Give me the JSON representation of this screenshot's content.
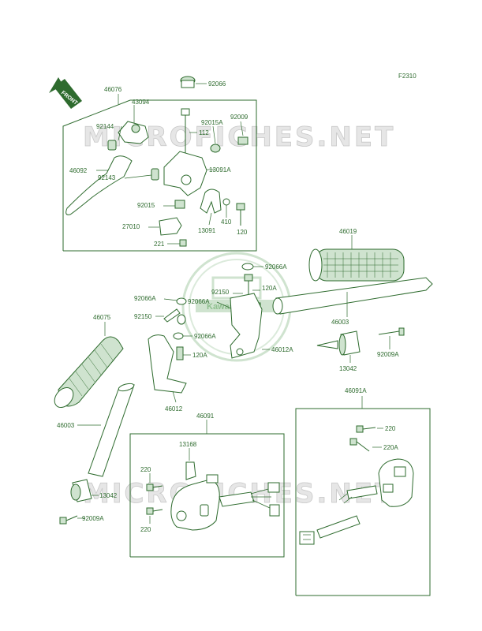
{
  "figure_code": "F2310",
  "front_label": "FRONT",
  "watermark": {
    "top": "MICROFICHES.NET",
    "bottom": "MICROFICHES.NET",
    "logo_text": "Kawasaki"
  },
  "parts": {
    "p46076": "46076",
    "p92066": "92066",
    "p43094": "43094",
    "p92144": "92144",
    "p92015A": "92015A",
    "p92009": "92009",
    "p112": "112",
    "p46092": "46092",
    "p92143": "92143",
    "p13091A": "13091A",
    "p92015": "92015",
    "p410": "410",
    "p13091": "13091",
    "p120": "120",
    "p27010": "27010",
    "p221": "221",
    "p46019": "46019",
    "p92066A_1": "92066A",
    "p92150_1": "92150",
    "p120A_1": "120A",
    "p92066A_2": "92066A",
    "p92066A_3": "92066A",
    "p92150_2": "92150",
    "p46075": "46075",
    "p46003_1": "46003",
    "p92066A_4": "92066A",
    "p46012A": "46012A",
    "p120A_2": "120A",
    "p13042_1": "13042",
    "p92009A_1": "92009A",
    "p46012": "46012",
    "p46003_2": "46003",
    "p46091A": "46091A",
    "p46091": "46091",
    "p220_1": "220",
    "p220A": "220A",
    "p13168": "13168",
    "p220_2": "220",
    "p13042_2": "13042",
    "p220_3": "220",
    "p92009A_2": "92009A"
  }
}
